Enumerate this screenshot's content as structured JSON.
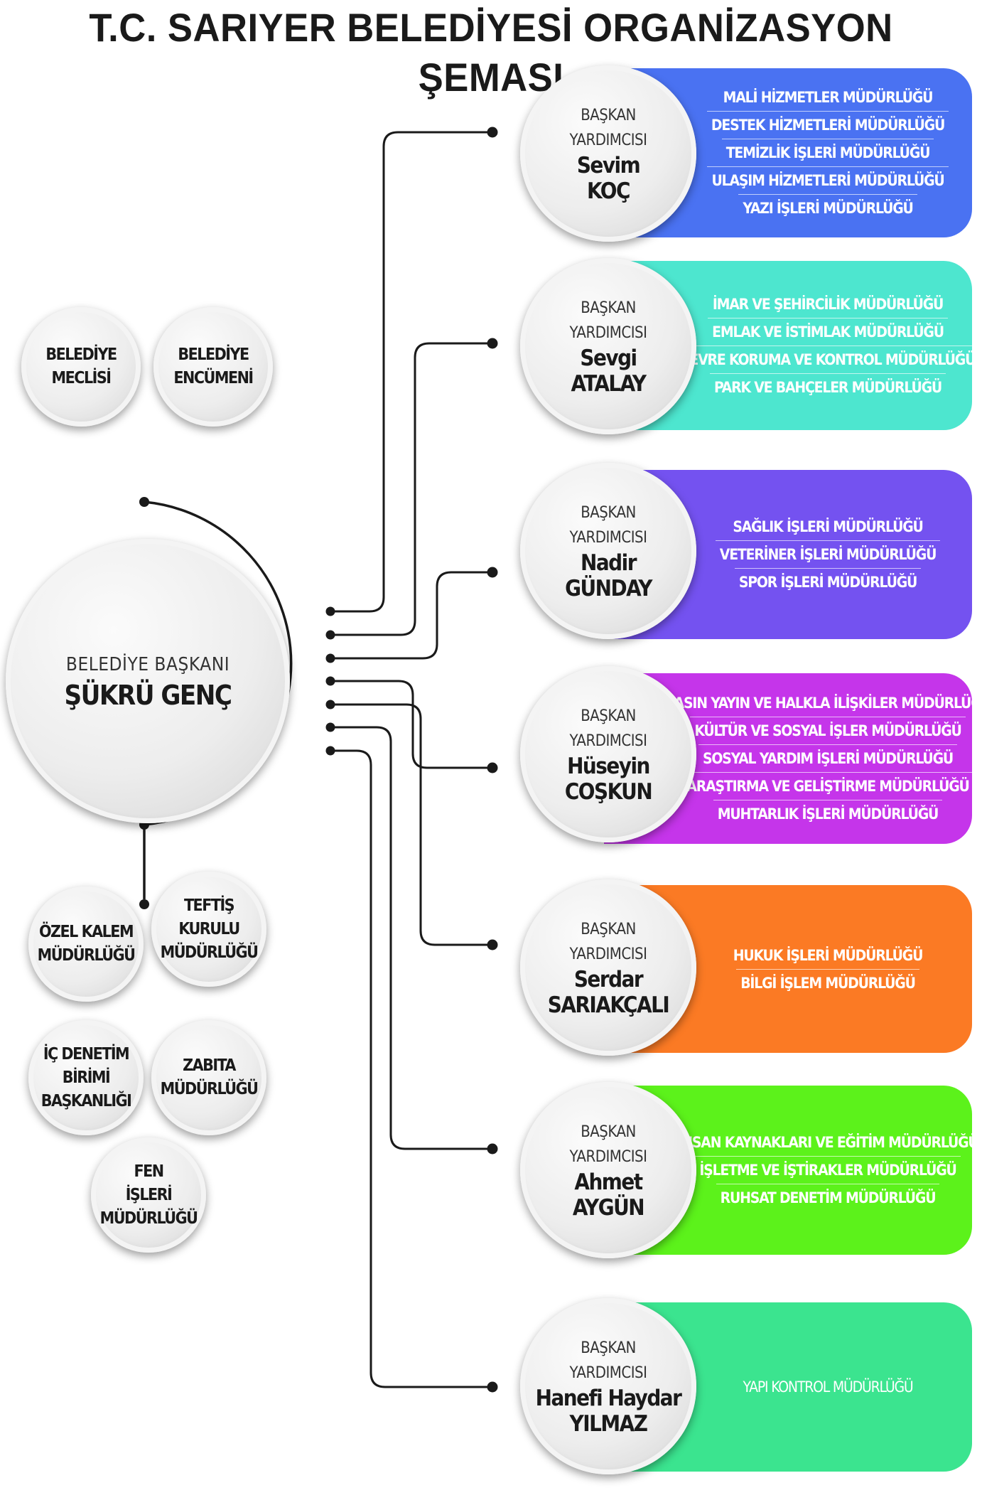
{
  "title": "T.C. SARIYER BELEDİYESİ ORGANİZASYON ŞEMASI",
  "mayor": {
    "role": "BELEDİYE BAŞKANI",
    "name": "ŞÜKRÜ GENÇ"
  },
  "councils": [
    {
      "line1": "BELEDİYE",
      "line2": "MECLİSİ"
    },
    {
      "line1": "BELEDİYE",
      "line2": "ENCÜMENİ"
    }
  ],
  "direct_units": [
    {
      "lines": [
        "ÖZEL KALEM",
        "MÜDÜRLÜĞÜ"
      ]
    },
    {
      "lines": [
        "TEFTİŞ",
        "KURULU",
        "MÜDÜRLÜĞÜ"
      ]
    },
    {
      "lines": [
        "İÇ DENETİM",
        "BİRİMİ",
        "BAŞKANLIĞI"
      ]
    },
    {
      "lines": [
        "ZABITA",
        "MÜDÜRLÜĞÜ"
      ]
    },
    {
      "lines": [
        "FEN",
        "İŞLERİ",
        "MÜDÜRLÜĞÜ"
      ]
    }
  ],
  "deputies": [
    {
      "role1": "BAŞKAN",
      "role2": "YARDIMCISI",
      "first_name": "Sevim",
      "last_name": "KOÇ",
      "color": "#4a72f2",
      "units": [
        "MALİ HİZMETLER MÜDÜRLÜĞÜ",
        "DESTEK HİZMETLERİ MÜDÜRLÜĞÜ",
        "TEMİZLİK İŞLERİ MÜDÜRLÜĞÜ",
        "ULAŞIM HİZMETLERİ MÜDÜRLÜĞÜ",
        "YAZI İŞLERİ MÜDÜRLÜĞÜ"
      ]
    },
    {
      "role1": "BAŞKAN",
      "role2": "YARDIMCISI",
      "first_name": "Sevgi",
      "last_name": "ATALAY",
      "color": "#4de6cf",
      "units": [
        "İMAR VE ŞEHİRCİLİK MÜDÜRLÜĞÜ",
        "EMLAK VE İSTİMLAK MÜDÜRLÜĞÜ",
        "ÇEVRE KORUMA VE KONTROL MÜDÜRLÜĞÜ",
        "PARK VE BAHÇELER MÜDÜRLÜĞÜ"
      ]
    },
    {
      "role1": "BAŞKAN",
      "role2": "YARDIMCISI",
      "first_name": "Nadir",
      "last_name": "GÜNDAY",
      "color": "#7452f0",
      "units": [
        "SAĞLIK İŞLERİ MÜDÜRLÜĞÜ",
        "VETERİNER İŞLERİ MÜDÜRLÜĞÜ",
        "SPOR İŞLERİ MÜDÜRLÜĞÜ"
      ]
    },
    {
      "role1": "BAŞKAN",
      "role2": "YARDIMCISI",
      "first_name": "Hüseyin",
      "last_name": "COŞKUN",
      "color": "#c535ea",
      "units": [
        "BASIN YAYIN VE HALKLA İLİŞKİLER MÜDÜRLÜĞÜ",
        "KÜLTÜR VE SOSYAL İŞLER MÜDÜRLÜĞÜ",
        "SOSYAL YARDIM İŞLERİ MÜDÜRLÜĞÜ",
        "ARAŞTIRMA VE GELİŞTİRME MÜDÜRLÜĞÜ",
        "MUHTARLIK İŞLERİ MÜDÜRLÜĞÜ"
      ]
    },
    {
      "role1": "BAŞKAN",
      "role2": "YARDIMCISI",
      "first_name": "Serdar",
      "last_name": "SARIAKÇALI",
      "color": "#fb7a24",
      "units": [
        "HUKUK İŞLERİ MÜDÜRLÜĞÜ",
        "BİLGİ İŞLEM MÜDÜRLÜĞÜ"
      ]
    },
    {
      "role1": "BAŞKAN",
      "role2": "YARDIMCISI",
      "first_name": "Ahmet",
      "last_name": "AYGÜN",
      "color": "#5cf21b",
      "units": [
        "İNSAN KAYNAKLARI VE EĞİTİM MÜDÜRLÜĞÜ",
        "İŞLETME VE İŞTİRAKLER MÜDÜRLÜĞÜ",
        "RUHSAT DENETİM MÜDÜRLÜĞÜ"
      ]
    },
    {
      "role1": "BAŞKAN",
      "role2": "YARDIMCISI",
      "first_name": "Hanefi Haydar",
      "last_name": "YILMAZ",
      "color": "#3be48f",
      "units": [
        "YAPI KONTROL MÜDÜRLÜĞÜ"
      ]
    }
  ]
}
